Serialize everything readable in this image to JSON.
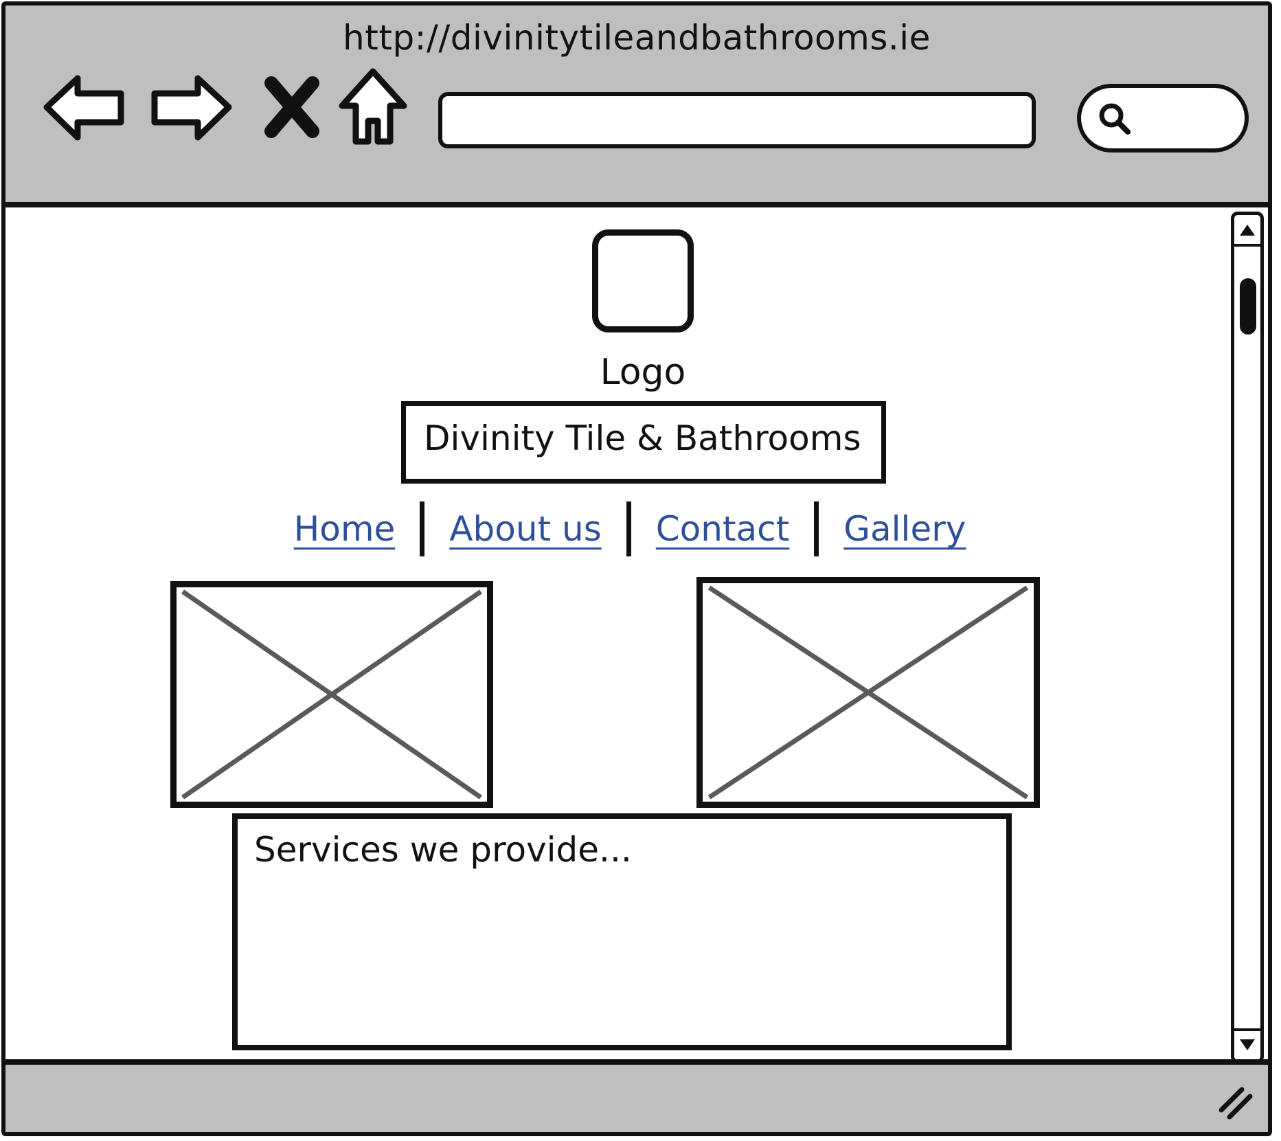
{
  "browser": {
    "url": "http://divinitytileandbathrooms.ie",
    "address_value": "",
    "search_value": "",
    "back_icon": "back-arrow-icon",
    "forward_icon": "forward-arrow-icon",
    "stop_icon": "stop-x-icon",
    "home_icon": "home-icon",
    "search_icon": "magnifier-icon"
  },
  "page": {
    "logo_label": "Logo",
    "company_name": "Divinity Tile & Bathrooms",
    "nav": [
      {
        "label": "Home"
      },
      {
        "label": "About us"
      },
      {
        "label": "Contact"
      },
      {
        "label": "Gallery"
      }
    ],
    "services_text": "Services we provide..."
  },
  "colors": {
    "chrome": "#bfbfbf",
    "link": "#2f4f9a",
    "stroke": "#111111",
    "placeholder_cross": "#5a5a5a"
  }
}
